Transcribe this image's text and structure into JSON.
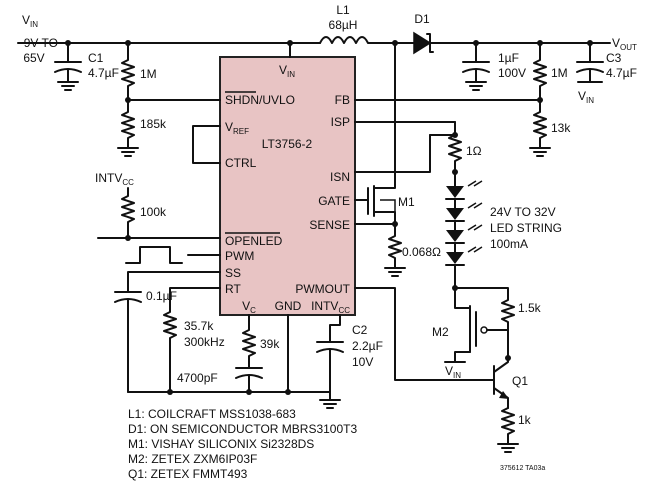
{
  "colors": {
    "ic_fill": "#e8c4c4",
    "ic_stroke": "#222222",
    "wire": "#111111"
  },
  "ic": {
    "part": "LT3756-2",
    "pins_left": [
      "SHDN/UVLO",
      "VREF",
      "CTRL",
      "OPENLED",
      "PWM",
      "SS",
      "RT"
    ],
    "pins_right": [
      "FB",
      "ISP",
      "ISN",
      "GATE",
      "SENSE",
      "PWMOUT",
      "INTVCC"
    ],
    "pin_vin": "VIN",
    "pin_vc": "VC",
    "pin_gnd": "GND"
  },
  "labels": {
    "vin_main": "VIN",
    "vin_range_1": "9V TO",
    "vin_range_2": "65V",
    "c1_name": "C1",
    "c1_val": "4.7µF",
    "r_1m_left": "1M",
    "r_185k": "185k",
    "intvcc": "INTVCC",
    "r_100k": "100k",
    "c_01u": "0.1µF",
    "r_357k_1": "35.7k",
    "r_357k_2": "300kHz",
    "vc": "VC",
    "r_39k": "39k",
    "c_4700p": "4700pF",
    "c2_name": "C2",
    "c2_val_1": "2.2µF",
    "c2_val_2": "10V",
    "l1_name": "L1",
    "l1_val": "68µH",
    "d1_name": "D1",
    "c_1u_1": "1µF",
    "c_1u_2": "100V",
    "r_1m_right": "1M",
    "c3_name": "C3",
    "c3_val": "4.7µF",
    "vout": "VOUT",
    "vin_right": "VIN",
    "r_13k": "13k",
    "r_1ohm": "1Ω",
    "m1": "M1",
    "r_0068": "0.068Ω",
    "led_1": "24V TO 32V",
    "led_2": "LED STRING",
    "led_3": "100mA",
    "r_15k": "1.5k",
    "m2": "M2",
    "vin_m2": "VIN",
    "q1": "Q1",
    "r_1k": "1k",
    "drawing_id": "375612 TA03a"
  },
  "bom": [
    "L1: COILCRAFT MSS1038-683",
    "D1: ON SEMICONDUCTOR MBRS3100T3",
    "M1: VISHAY SILICONIX Si2328DS",
    "M2: ZETEX ZXM6IP03F",
    "Q1: ZETEX FMMT493"
  ]
}
